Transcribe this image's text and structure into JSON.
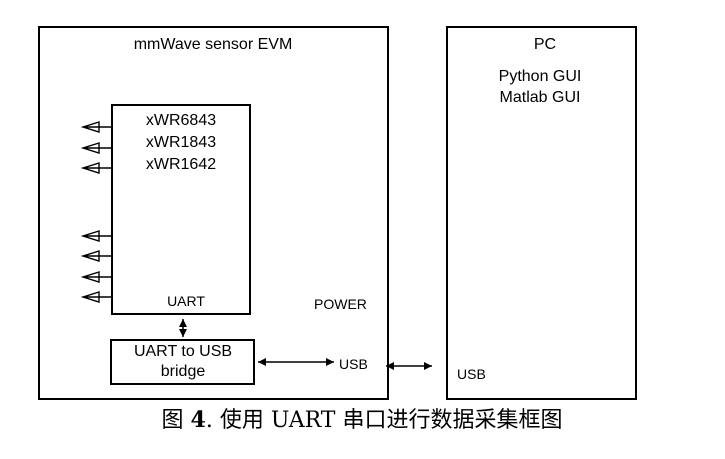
{
  "evm": {
    "title": "mmWave sensor EVM",
    "power_label": "POWER",
    "usb_label": "USB"
  },
  "chip": {
    "models": [
      "xWR6843",
      "xWR1843",
      "xWR1642"
    ],
    "uart_label": "UART"
  },
  "bridge": {
    "line1": "UART to USB",
    "line2": "bridge"
  },
  "pc": {
    "title": "PC",
    "software": [
      "Python GUI",
      "Matlab GUI"
    ],
    "usb_label": "USB"
  },
  "antennas": {
    "tx_count": 3,
    "rx_count": 4
  },
  "caption": {
    "prefix": "图 ",
    "number": "4",
    "text": ". 使用 UART 串口进行数据采集框图"
  }
}
